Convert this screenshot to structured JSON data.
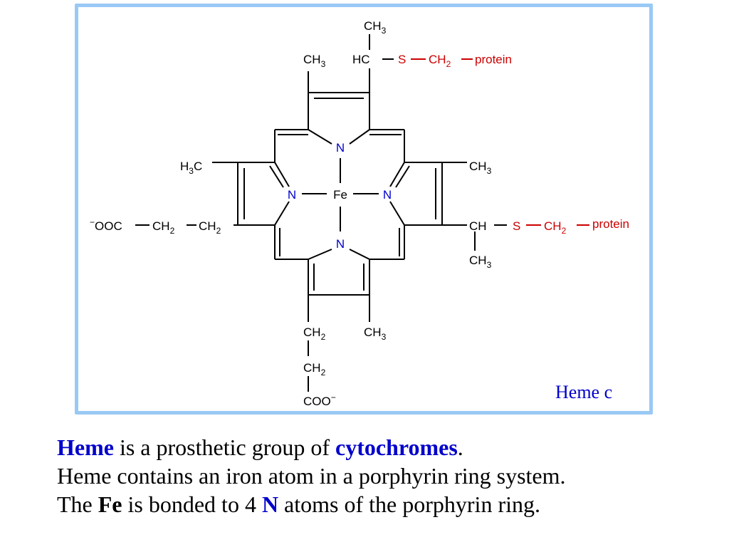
{
  "structure": {
    "atoms": {
      "fe": "Fe",
      "n_top": "N",
      "n_bottom": "N",
      "n_left": "N",
      "n_right": "N"
    },
    "groups": {
      "ch3_top_branch": "CH",
      "ch3_top_branch_sub": "3",
      "hc_top": "HC",
      "s_top": "S",
      "ch2_top": "CH",
      "ch2_top_sub": "2",
      "protein_top": "protein",
      "ch3_top_left": "CH",
      "ch3_top_left_sub": "3",
      "h3c_left_h": "H",
      "h3c_left_sub": "3",
      "h3c_left_c": "C",
      "ch3_right_upper": "CH",
      "ch3_right_upper_sub": "3",
      "ooc_charge": "−",
      "ooc_left": "OOC",
      "ch2_left_a": "CH",
      "ch2_left_a_sub": "2",
      "ch2_left_b": "CH",
      "ch2_left_b_sub": "2",
      "ch_right": "CH",
      "s_right": "S",
      "ch2_right": "CH",
      "ch2_right_sub": "2",
      "protein_right": "protein",
      "ch3_right_lower": "CH",
      "ch3_right_lower_sub": "3",
      "ch2_bottom_a": "CH",
      "ch2_bottom_a_sub": "2",
      "ch3_bottom_right": "CH",
      "ch3_bottom_right_sub": "3",
      "ch2_bottom_b": "CH",
      "ch2_bottom_b_sub": "2",
      "coo_bottom": "COO",
      "coo_charge": "−"
    }
  },
  "caption": "Heme c",
  "description": {
    "line1": {
      "bold1": "Heme",
      "text1": " is a prosthetic group of ",
      "bold2": "cytochromes",
      "text2": "."
    },
    "line2": "Heme contains an iron atom in a porphyrin ring system.",
    "line3": {
      "text1": "The ",
      "bold1": "Fe",
      "text2": " is bonded to 4 ",
      "bold2": "N",
      "text3": " atoms of the porphyrin ring."
    }
  },
  "colors": {
    "frame": "#99c9f5",
    "nitrogen_iron_blue": "#0000cc",
    "protein_link_red": "#cc0000",
    "bond_black": "#000000"
  }
}
